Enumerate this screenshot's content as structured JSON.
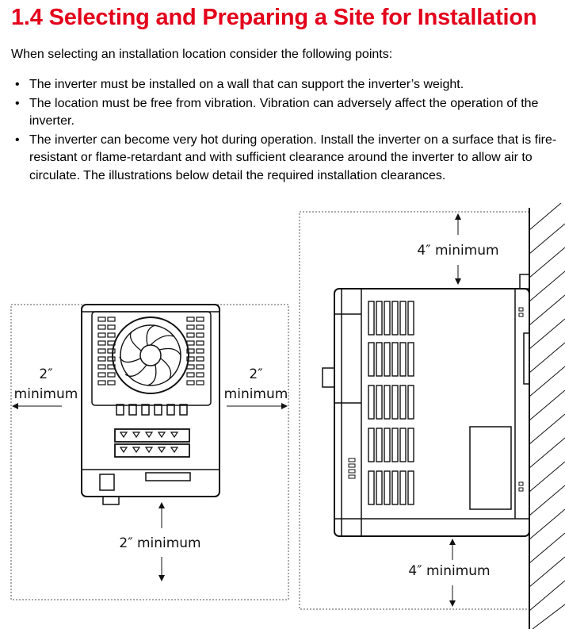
{
  "heading": "1.4 Selecting and Preparing a Site for Installation",
  "intro": "When selecting an installation location consider the following points:",
  "bullet_glyph": "•",
  "bullets": [
    "The inverter must be installed on a wall that can support the inverter’s weight.",
    "The location must be free from vibration. Vibration can adversely affect the operation of the inverter.",
    "The inverter can become very hot during operation. Install the inverter on a surface that is fire-resistant or flame-retardant and with sufficient clearance around the inverter to allow air to circulate. The illustrations below detail the required installation clearances."
  ],
  "front_view": {
    "left_value": "2″",
    "left_unit": "minimum",
    "right_value": "2″",
    "right_unit": "minimum",
    "bottom_label": "2″ minimum"
  },
  "side_view": {
    "top_label": "4″ minimum",
    "bottom_label": "4″ minimum"
  },
  "colors": {
    "heading": "#e3001b",
    "text": "#000000"
  }
}
